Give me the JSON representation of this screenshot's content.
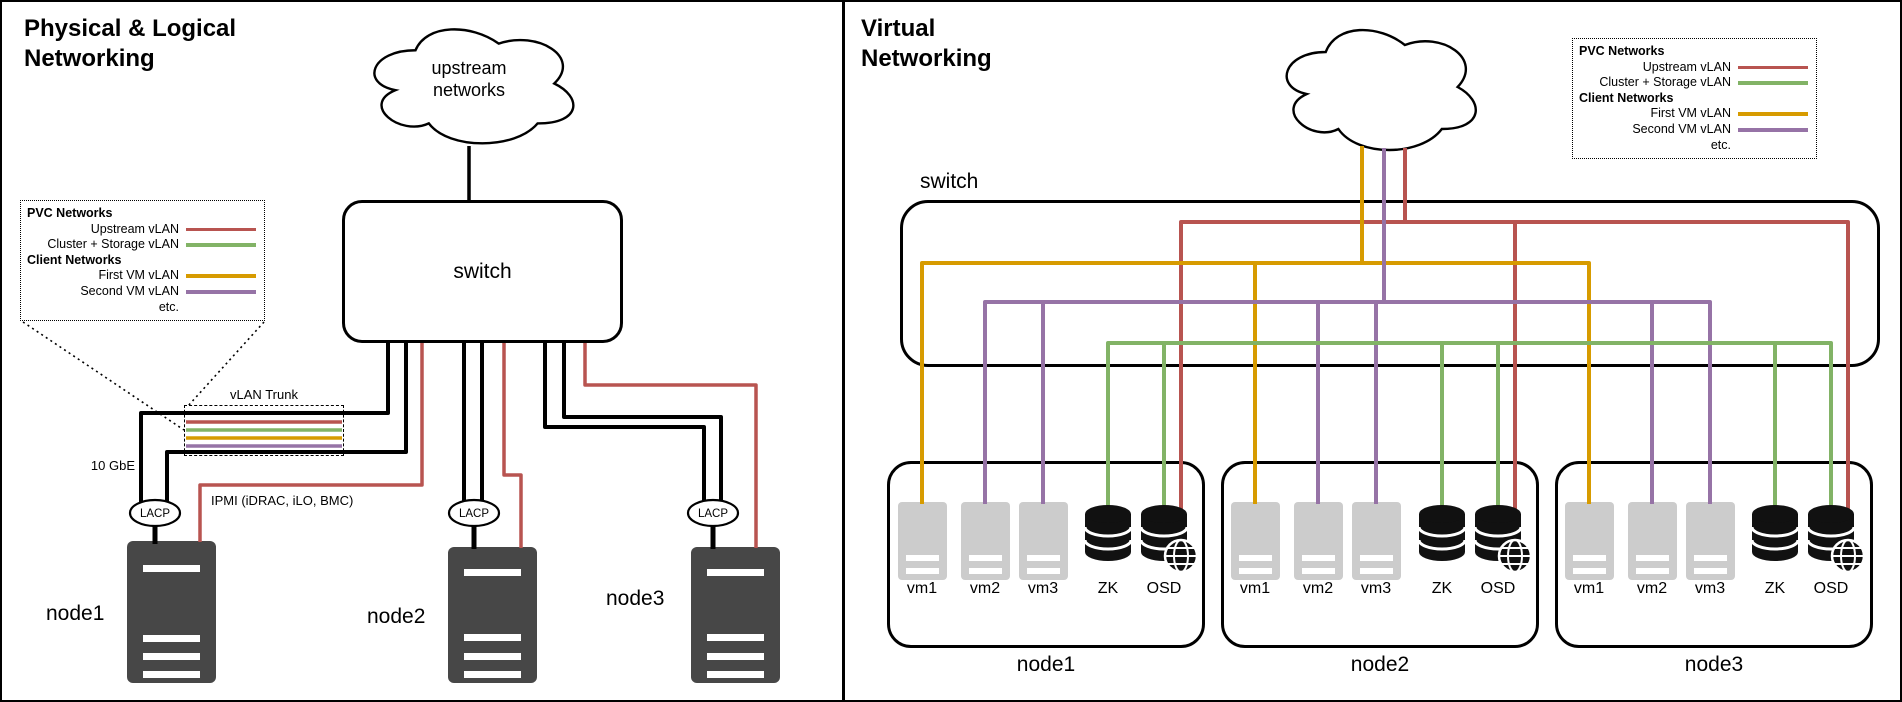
{
  "colors": {
    "upstream": "#b85450",
    "cluster": "#82b366",
    "first_vm": "#d79b00",
    "second_vm": "#9673a6",
    "cable": "#000000",
    "node_server": "#474747",
    "vm_box": "#cccccc",
    "icon_dark": "#111111"
  },
  "left_panel": {
    "title_line1": "Physical & Logical",
    "title_line2": "Networking",
    "cloud_label": "upstream networks",
    "switch_label": "switch",
    "vlan_trunk_label": "vLAN Trunk",
    "link_label": "10 GbE",
    "ipmi_label": "IPMI (iDRAC, iLO, BMC)",
    "lacp_label": "LACP",
    "node_labels": [
      "node1",
      "node2",
      "node3"
    ]
  },
  "right_panel": {
    "title_line1": "Virtual",
    "title_line2": "Networking",
    "switch_label": "switch",
    "nodes": [
      {
        "label": "node1",
        "items": [
          "vm1",
          "vm2",
          "vm3",
          "ZK",
          "OSD"
        ]
      },
      {
        "label": "node2",
        "items": [
          "vm1",
          "vm2",
          "vm3",
          "ZK",
          "OSD"
        ]
      },
      {
        "label": "node3",
        "items": [
          "vm1",
          "vm2",
          "vm3",
          "ZK",
          "OSD"
        ]
      }
    ]
  },
  "legend": {
    "pvc_header": "PVC Networks",
    "rows": [
      {
        "label": "Upstream vLAN"
      },
      {
        "label": "Cluster + Storage vLAN"
      }
    ],
    "client_header": "Client Networks",
    "client_rows": [
      {
        "label": "First VM vLAN"
      },
      {
        "label": "Second VM vLAN"
      }
    ],
    "etc_label": "etc."
  }
}
